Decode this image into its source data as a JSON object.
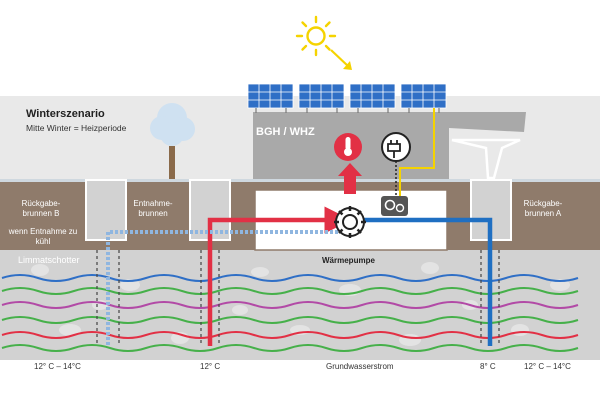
{
  "scenario": {
    "title": "Winterszenario",
    "subtitle": "Mitte Winter = Heizperiode"
  },
  "building": {
    "label": "BGH / WHZ"
  },
  "wells": {
    "return_b": "Rückgabe-\nbrunnen B",
    "return_b_note": "wenn Entnahme zu kühl",
    "extraction": "Entnahme-\nbrunnen",
    "return_a": "Rückgabe-\nbrunnen A"
  },
  "layers": {
    "aquifer": "Limmatschotter"
  },
  "components": {
    "heat_pump": "Wärmepumpe"
  },
  "flow": {
    "groundwater": "Grundwasserstrom"
  },
  "temperatures": {
    "left": "12° C – 14°C",
    "extraction": "12° C",
    "return_a": "8° C",
    "right": "12° C – 14°C"
  },
  "colors": {
    "sky": "#e9e9e9",
    "soil": "#8f7b6b",
    "gravel": "#d2d2d2",
    "building": "#a9a9a9",
    "warm": "#e23045",
    "cold": "#1f6fc2",
    "sun": "#f5d300",
    "panel": "#2f6fc6"
  },
  "icons": [
    "sun-icon",
    "thermometer-icon",
    "power-plug-icon",
    "gear-icon",
    "tree-icon"
  ]
}
